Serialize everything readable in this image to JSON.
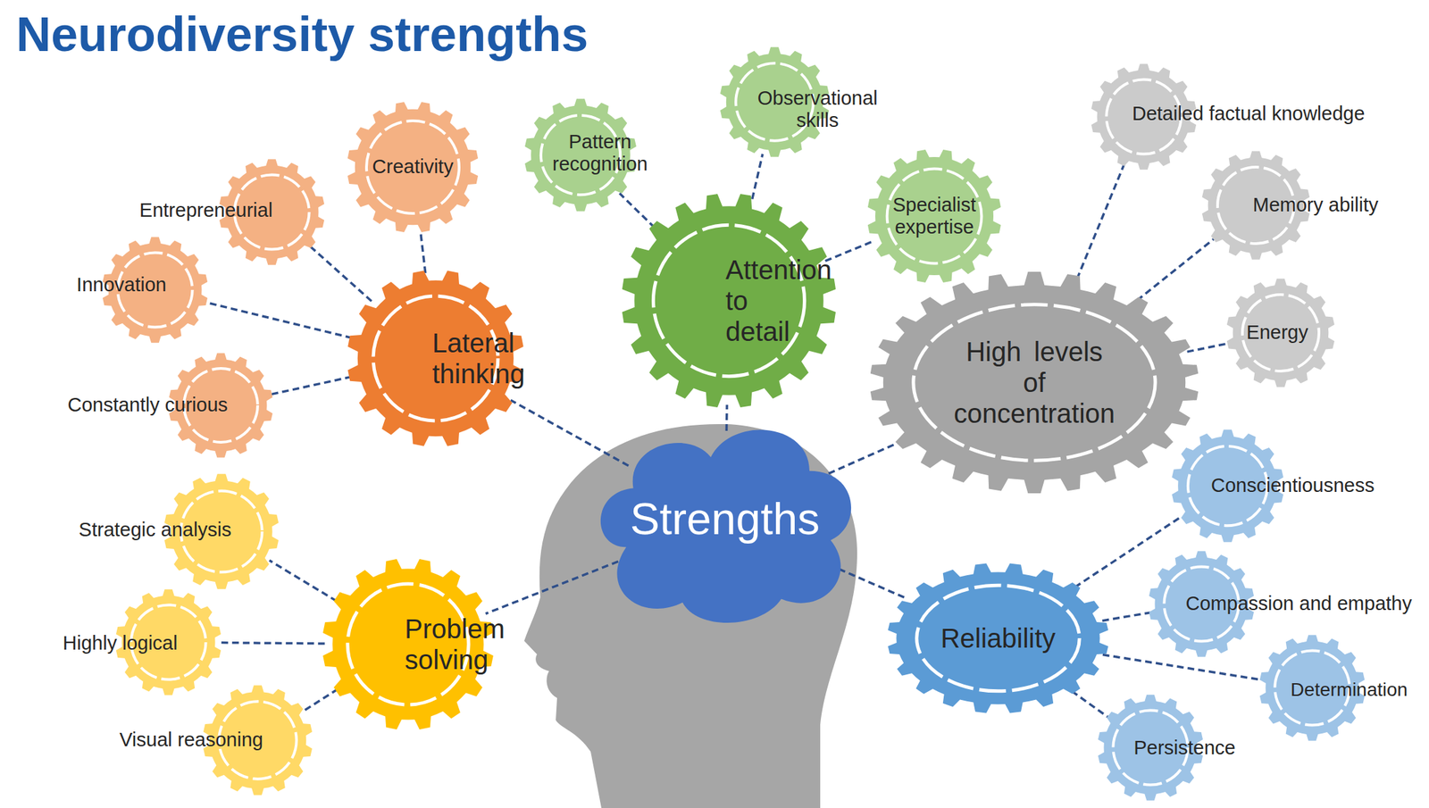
{
  "diagram": {
    "title": "Neurodiversity strengths",
    "nodes": [
      {
        "text": [
          "Strengths"
        ]
      },
      {
        "text": [
          "Lateral thinking"
        ]
      },
      {
        "text": [
          "Attention to detail"
        ]
      },
      {
        "text": [
          "High levels of concentration"
        ]
      },
      {
        "text": [
          "Problem solving"
        ]
      },
      {
        "text": [
          "Reliability"
        ]
      },
      {
        "text": [
          "Creativity"
        ]
      },
      {
        "text": [
          "Entrepreneurial"
        ]
      },
      {
        "text": [
          "Innovation"
        ]
      },
      {
        "text": [
          "Constantly curious"
        ]
      },
      {
        "text": [
          "Pattern recognition"
        ]
      },
      {
        "text": [
          "Observational skills"
        ]
      },
      {
        "text": [
          "Specialist expertise"
        ]
      },
      {
        "text": [
          "Detailed factual knowledge"
        ]
      },
      {
        "text": [
          "Memory ability"
        ]
      },
      {
        "text": [
          "Energy"
        ]
      },
      {
        "text": [
          "Strategic analysis"
        ]
      },
      {
        "text": [
          "Highly logical"
        ]
      },
      {
        "text": [
          "Visual reasoning"
        ]
      },
      {
        "text": [
          "Conscientiousness"
        ]
      },
      {
        "text": [
          "Compassion and empathy"
        ]
      },
      {
        "text": [
          "Determination"
        ]
      },
      {
        "text": [
          "Persistence"
        ]
      }
    ],
    "edges": [
      {
        "from": 0,
        "to": 1,
        "arrow": "none"
      },
      {
        "from": 0,
        "to": 2,
        "arrow": "none"
      },
      {
        "from": 0,
        "to": 3,
        "arrow": "none"
      },
      {
        "from": 0,
        "to": 4,
        "arrow": "none"
      },
      {
        "from": 0,
        "to": 5,
        "arrow": "none"
      },
      {
        "from": 1,
        "to": 6,
        "arrow": "none"
      },
      {
        "from": 1,
        "to": 7,
        "arrow": "none"
      },
      {
        "from": 1,
        "to": 8,
        "arrow": "none"
      },
      {
        "from": 1,
        "to": 9,
        "arrow": "none"
      },
      {
        "from": 2,
        "to": 10,
        "arrow": "none"
      },
      {
        "from": 2,
        "to": 11,
        "arrow": "none"
      },
      {
        "from": 2,
        "to": 12,
        "arrow": "none"
      },
      {
        "from": 3,
        "to": 13,
        "arrow": "none"
      },
      {
        "from": 3,
        "to": 14,
        "arrow": "none"
      },
      {
        "from": 3,
        "to": 15,
        "arrow": "none"
      },
      {
        "from": 4,
        "to": 16,
        "arrow": "none"
      },
      {
        "from": 4,
        "to": 17,
        "arrow": "none"
      },
      {
        "from": 4,
        "to": 18,
        "arrow": "none"
      },
      {
        "from": 5,
        "to": 19,
        "arrow": "none"
      },
      {
        "from": 5,
        "to": 20,
        "arrow": "none"
      },
      {
        "from": 5,
        "to": 21,
        "arrow": "none"
      },
      {
        "from": 5,
        "to": 22,
        "arrow": "none"
      }
    ]
  }
}
